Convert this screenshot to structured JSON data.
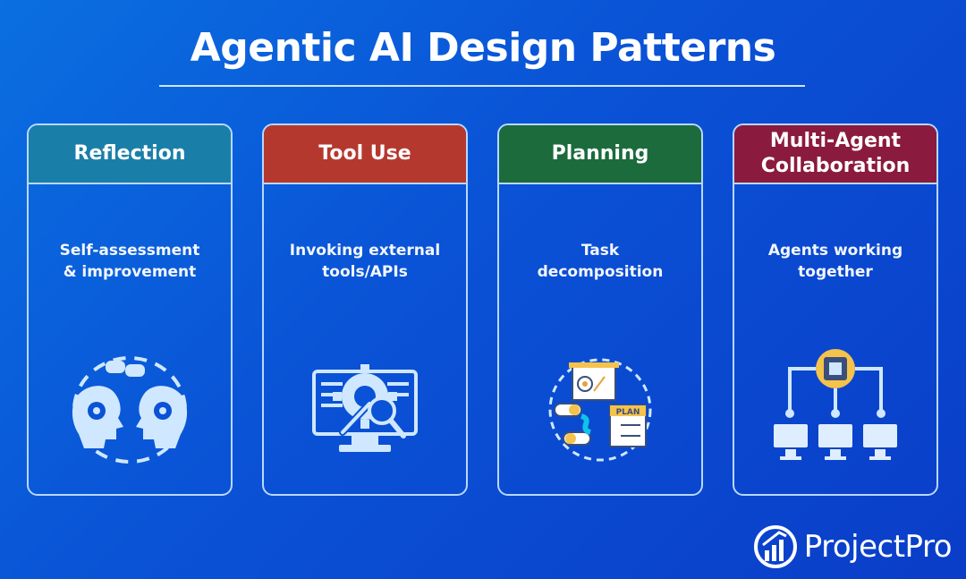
{
  "title": "Agentic AI Design Patterns",
  "cards": [
    {
      "title": "Reflection",
      "desc_line1": "Self-assessment",
      "desc_line2": "& improvement",
      "color": "#1a7fa8",
      "icon": "reflection-heads-icon"
    },
    {
      "title": "Tool Use",
      "desc_line1": "Invoking external",
      "desc_line2": "tools/APIs",
      "color": "#b5382e",
      "icon": "tools-gear-monitor-icon"
    },
    {
      "title": "Planning",
      "desc_line1": "Task",
      "desc_line2": "decomposition",
      "color": "#1b6b3d",
      "icon": "planning-board-icon",
      "icon_text": "PLAN"
    },
    {
      "title_line1": "Multi-Agent",
      "title_line2": "Collaboration",
      "desc_line1": "Agents working",
      "desc_line2": "together",
      "color": "#8b1a3f",
      "icon": "network-agents-icon"
    }
  ],
  "brand": {
    "name": "ProjectPro"
  }
}
